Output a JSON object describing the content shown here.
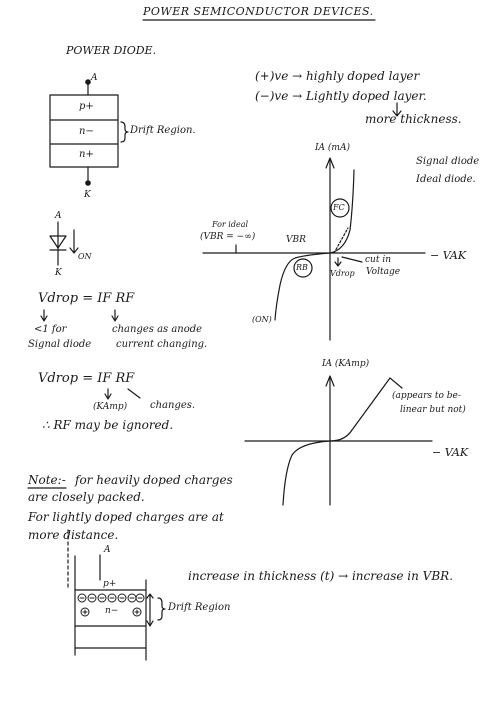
{
  "title": "POWER SEMICONDUCTOR DEVICES.",
  "section_power_diode": "POWER DIODE.",
  "diode_struct": {
    "anode": "A",
    "cathode": "K",
    "layer_p": "p+",
    "layer_n_minus": "n−",
    "layer_n_plus": "n+",
    "drift_region": "Drift Region."
  },
  "doping": {
    "line1": "(+)ve  →  highly doped layer",
    "line2": "(−)ve  →  Lightly doped layer.",
    "line3": "more thickness."
  },
  "graph1": {
    "y_axis": "IA (mA)",
    "x_axis": "− VAK",
    "legend_signal": "Signal diode",
    "legend_ideal": "Ideal diode.",
    "for_ideal": "For ideal",
    "vbr_inf": "(VBR = −∞)",
    "vbr": "VBR",
    "fc": "FC",
    "rb": "RB",
    "vdrop": "Vdrop",
    "cut_in": "cut in",
    "voltage": "Voltage",
    "on": "(ON)"
  },
  "symbol": {
    "anode": "A",
    "cathode": "K",
    "on": "ON"
  },
  "eq1": {
    "main": "Vdrop = IF RF",
    "left_note1": "<1 for",
    "left_note2": "Signal diode",
    "right_note1": "changes as anode",
    "right_note2": "current changing."
  },
  "eq2": {
    "main": "Vdrop = IF RF",
    "kamp": "(KAmp)",
    "changes": "changes.",
    "ignored": "∴  RF  may be ignored."
  },
  "graph2": {
    "y_axis": "IA (KAmp)",
    "x_axis": "− VAK",
    "note1": "(appears to be-",
    "note2": "linear but not)"
  },
  "note": {
    "label": "Note:-",
    "line1": "for heavily doped charges",
    "line2": "are closely packed.",
    "line3": "For lightly doped charges are at",
    "line4": "more distance."
  },
  "bottom": {
    "anode": "A",
    "layer_p": "p+",
    "layer_n": "n−",
    "drift_region": "Drift Region",
    "increase": "increase in thickness (t) → increase in VBR."
  }
}
